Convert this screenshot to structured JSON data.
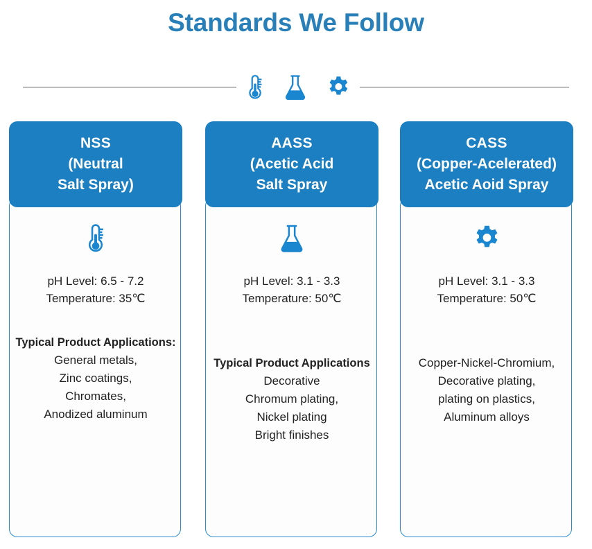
{
  "header": {
    "title": "Standards We Follow",
    "title_color": "#2980b9",
    "divider_color": "#bcbcbc",
    "icons": [
      "thermometer-icon",
      "flask-icon",
      "gear-icon"
    ]
  },
  "theme": {
    "card_header_bg": "#1b7fc1",
    "card_border": "#2a8bd0",
    "icon_color": "#1b86d0",
    "body_text": "#222222"
  },
  "cards": [
    {
      "id": "nss",
      "icon": "thermometer-icon",
      "header_lines": [
        "NSS",
        "(Neutral",
        "Salt Spray)"
      ],
      "ph_label": "pH Level: 6.5 - 7.2",
      "temperature_label": "Temperature: 35℃",
      "applications_heading": "Typical Product Applications:",
      "applications": [
        "General metals,",
        "Zinc coatings,",
        "Chromates,",
        "Anodized aluminum"
      ]
    },
    {
      "id": "aass",
      "icon": "flask-icon",
      "header_lines": [
        "AASS",
        "(Acetic Acid",
        "Salt Spray"
      ],
      "ph_label": "pH Level: 3.1 - 3.3",
      "temperature_label": "Temperature: 50℃",
      "applications_heading": "Typical Product Applications",
      "applications": [
        "Decorative",
        "Chromum plating,",
        "Nickel plating",
        "Bright finishes"
      ]
    },
    {
      "id": "cass",
      "icon": "gear-icon",
      "header_lines": [
        "CASS",
        "(Copper-Acelerated)",
        "Acetic Aoid Spray"
      ],
      "ph_label": "pH Level: 3.1 - 3.3",
      "temperature_label": "Temperature: 50℃",
      "applications_heading": "",
      "applications": [
        "Copper-Nickel-Chromium,",
        "Decorative plating,",
        "plating on plastics,",
        "Aluminum alloys"
      ]
    }
  ]
}
